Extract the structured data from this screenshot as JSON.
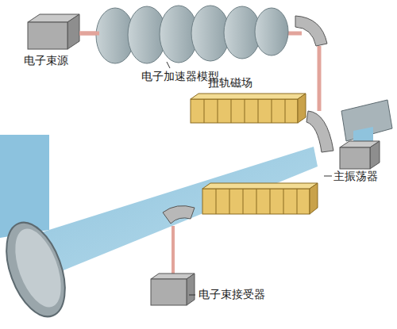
{
  "diagram": {
    "labels": [
      "电子束源",
      "电子加速器模型",
      "扭轨磁场",
      "主振荡器",
      "电子束接受器"
    ]
  }
}
